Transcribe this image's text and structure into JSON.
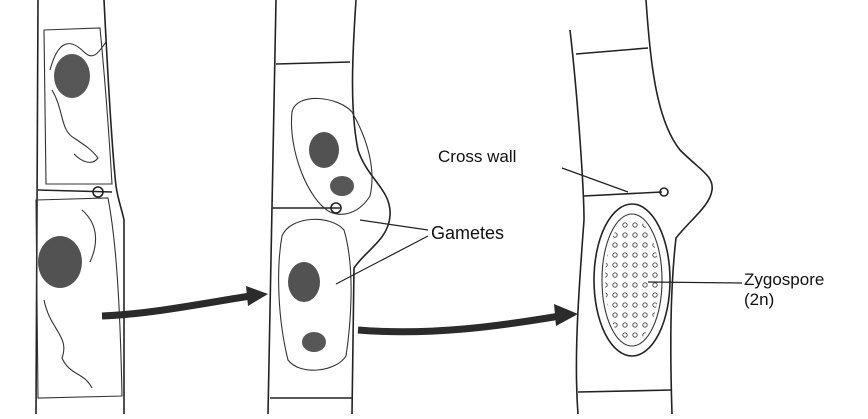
{
  "labels": {
    "cross_wall": "Cross wall",
    "gametes": "Gametes",
    "zygospore_line1": "Zygospore",
    "zygospore_line2": "(2n)"
  },
  "colors": {
    "ink": "#222222",
    "chloroplast": "#3a3a3a",
    "arrow": "#2b2b2b",
    "background": "#ffffff"
  }
}
